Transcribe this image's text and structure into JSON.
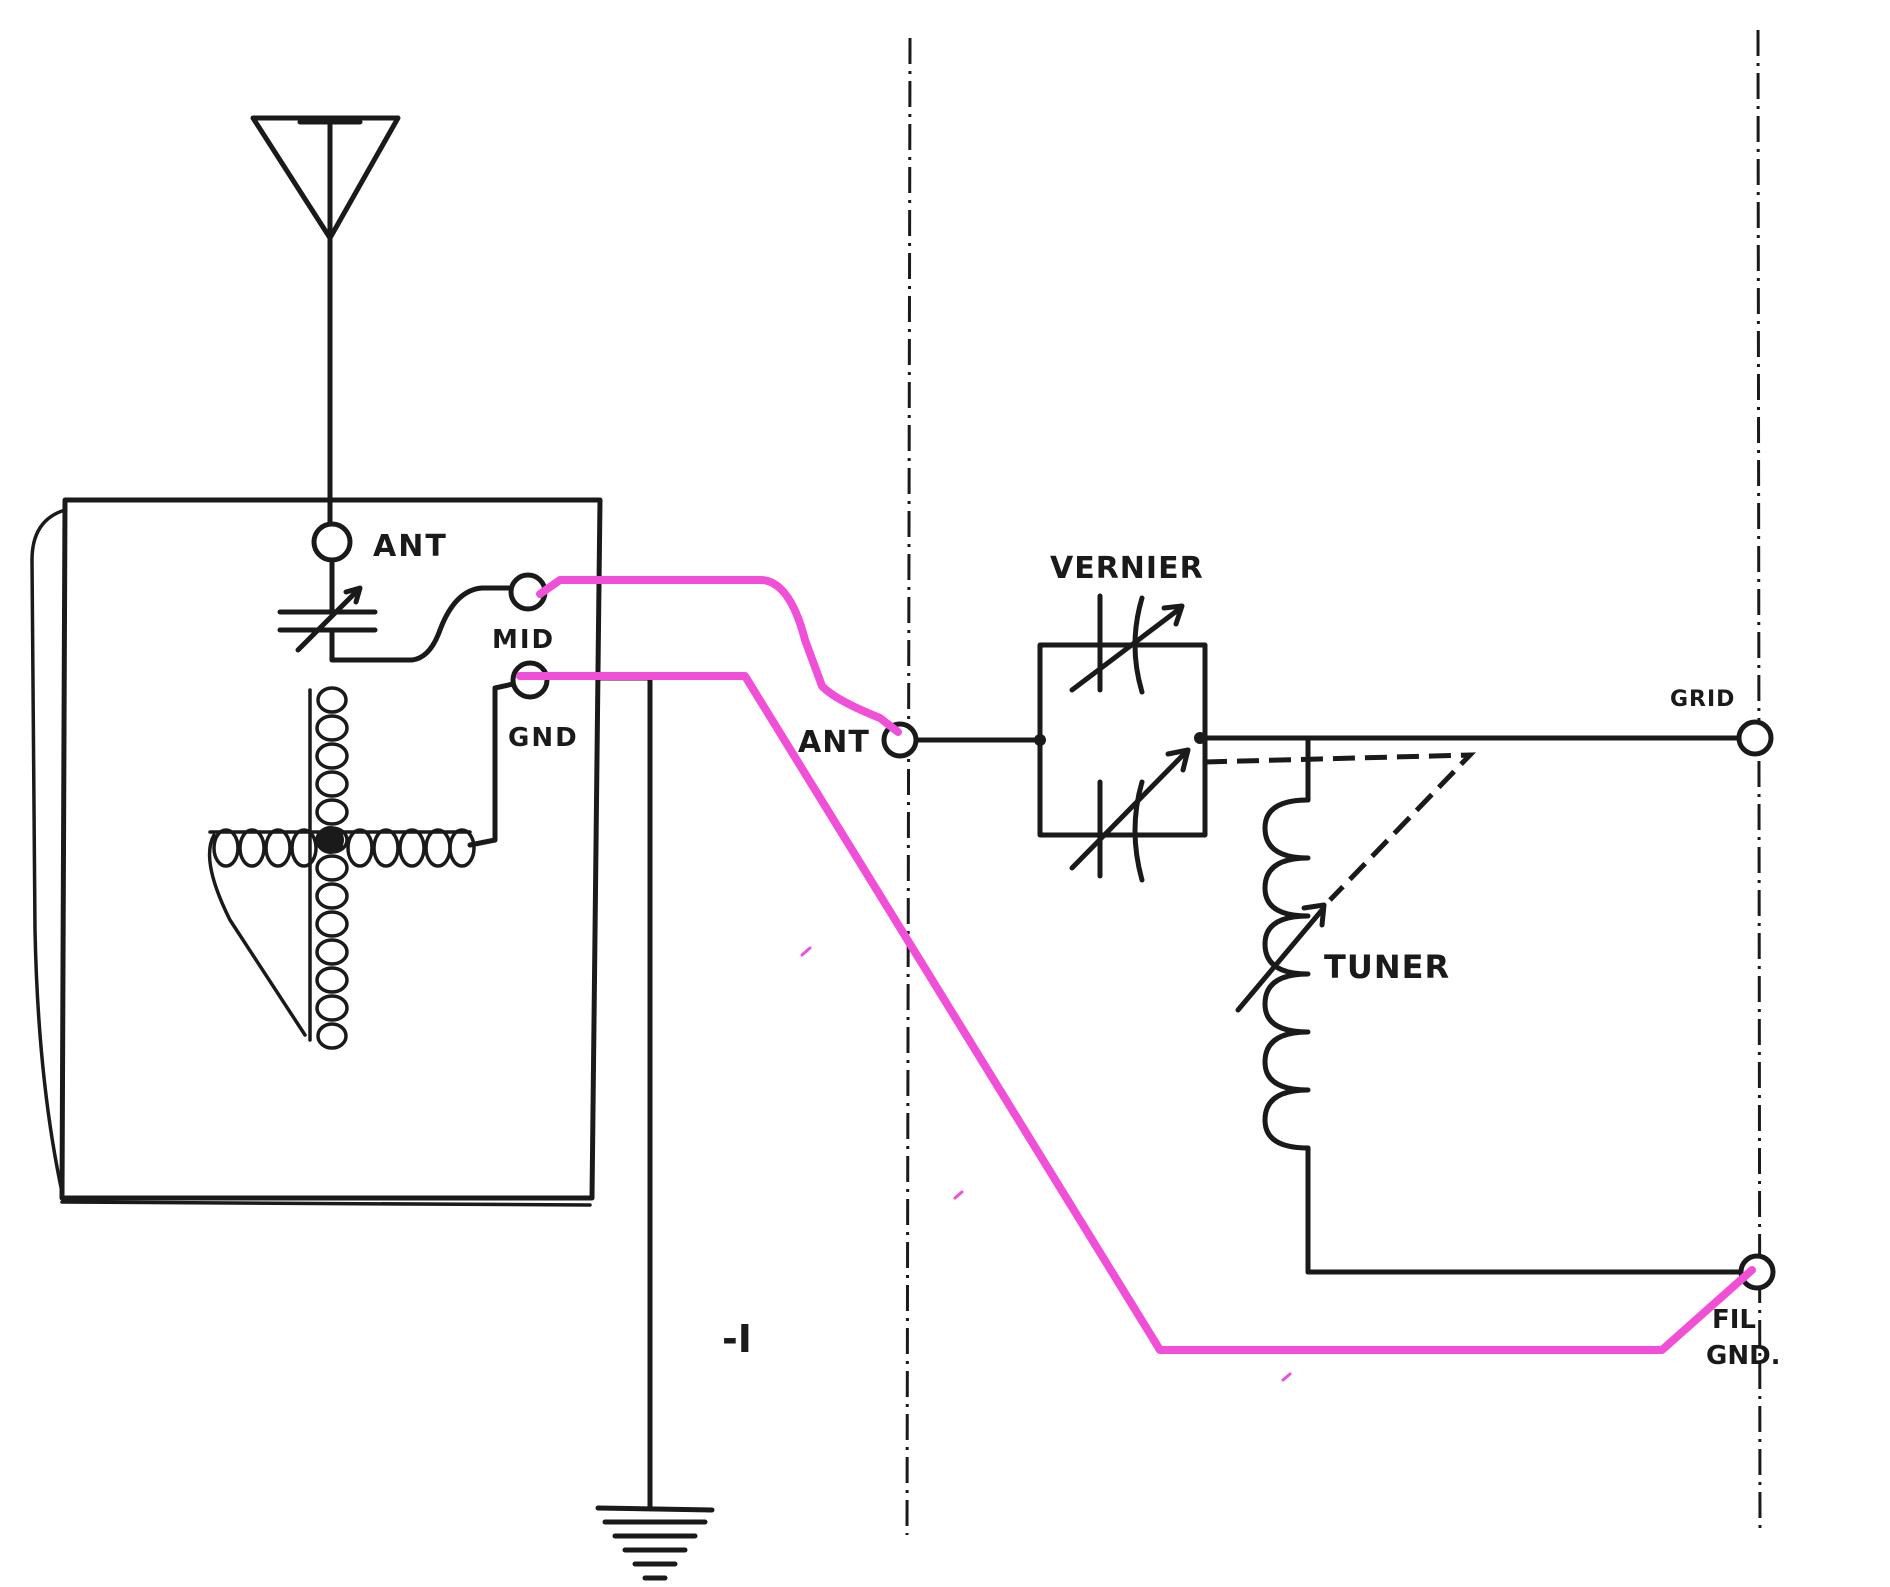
{
  "labels": {
    "coupler_ant": "ANT",
    "coupler_mid": "MID",
    "coupler_gnd": "GND",
    "receiver_ant": "ANT",
    "vernier": "VERNIER",
    "tuner": "TUNER",
    "grid": "GRID",
    "fil": "FIL",
    "gnd": "GND.",
    "minus_label": "-I"
  },
  "colors": {
    "ink": "#1a1a1a",
    "jumper_wire": "#f050d8",
    "background": "#ffffff"
  },
  "icons": [
    "antenna-icon",
    "ground-icon",
    "variable-capacitor-icon",
    "variable-inductor-icon",
    "terminal-icon"
  ]
}
